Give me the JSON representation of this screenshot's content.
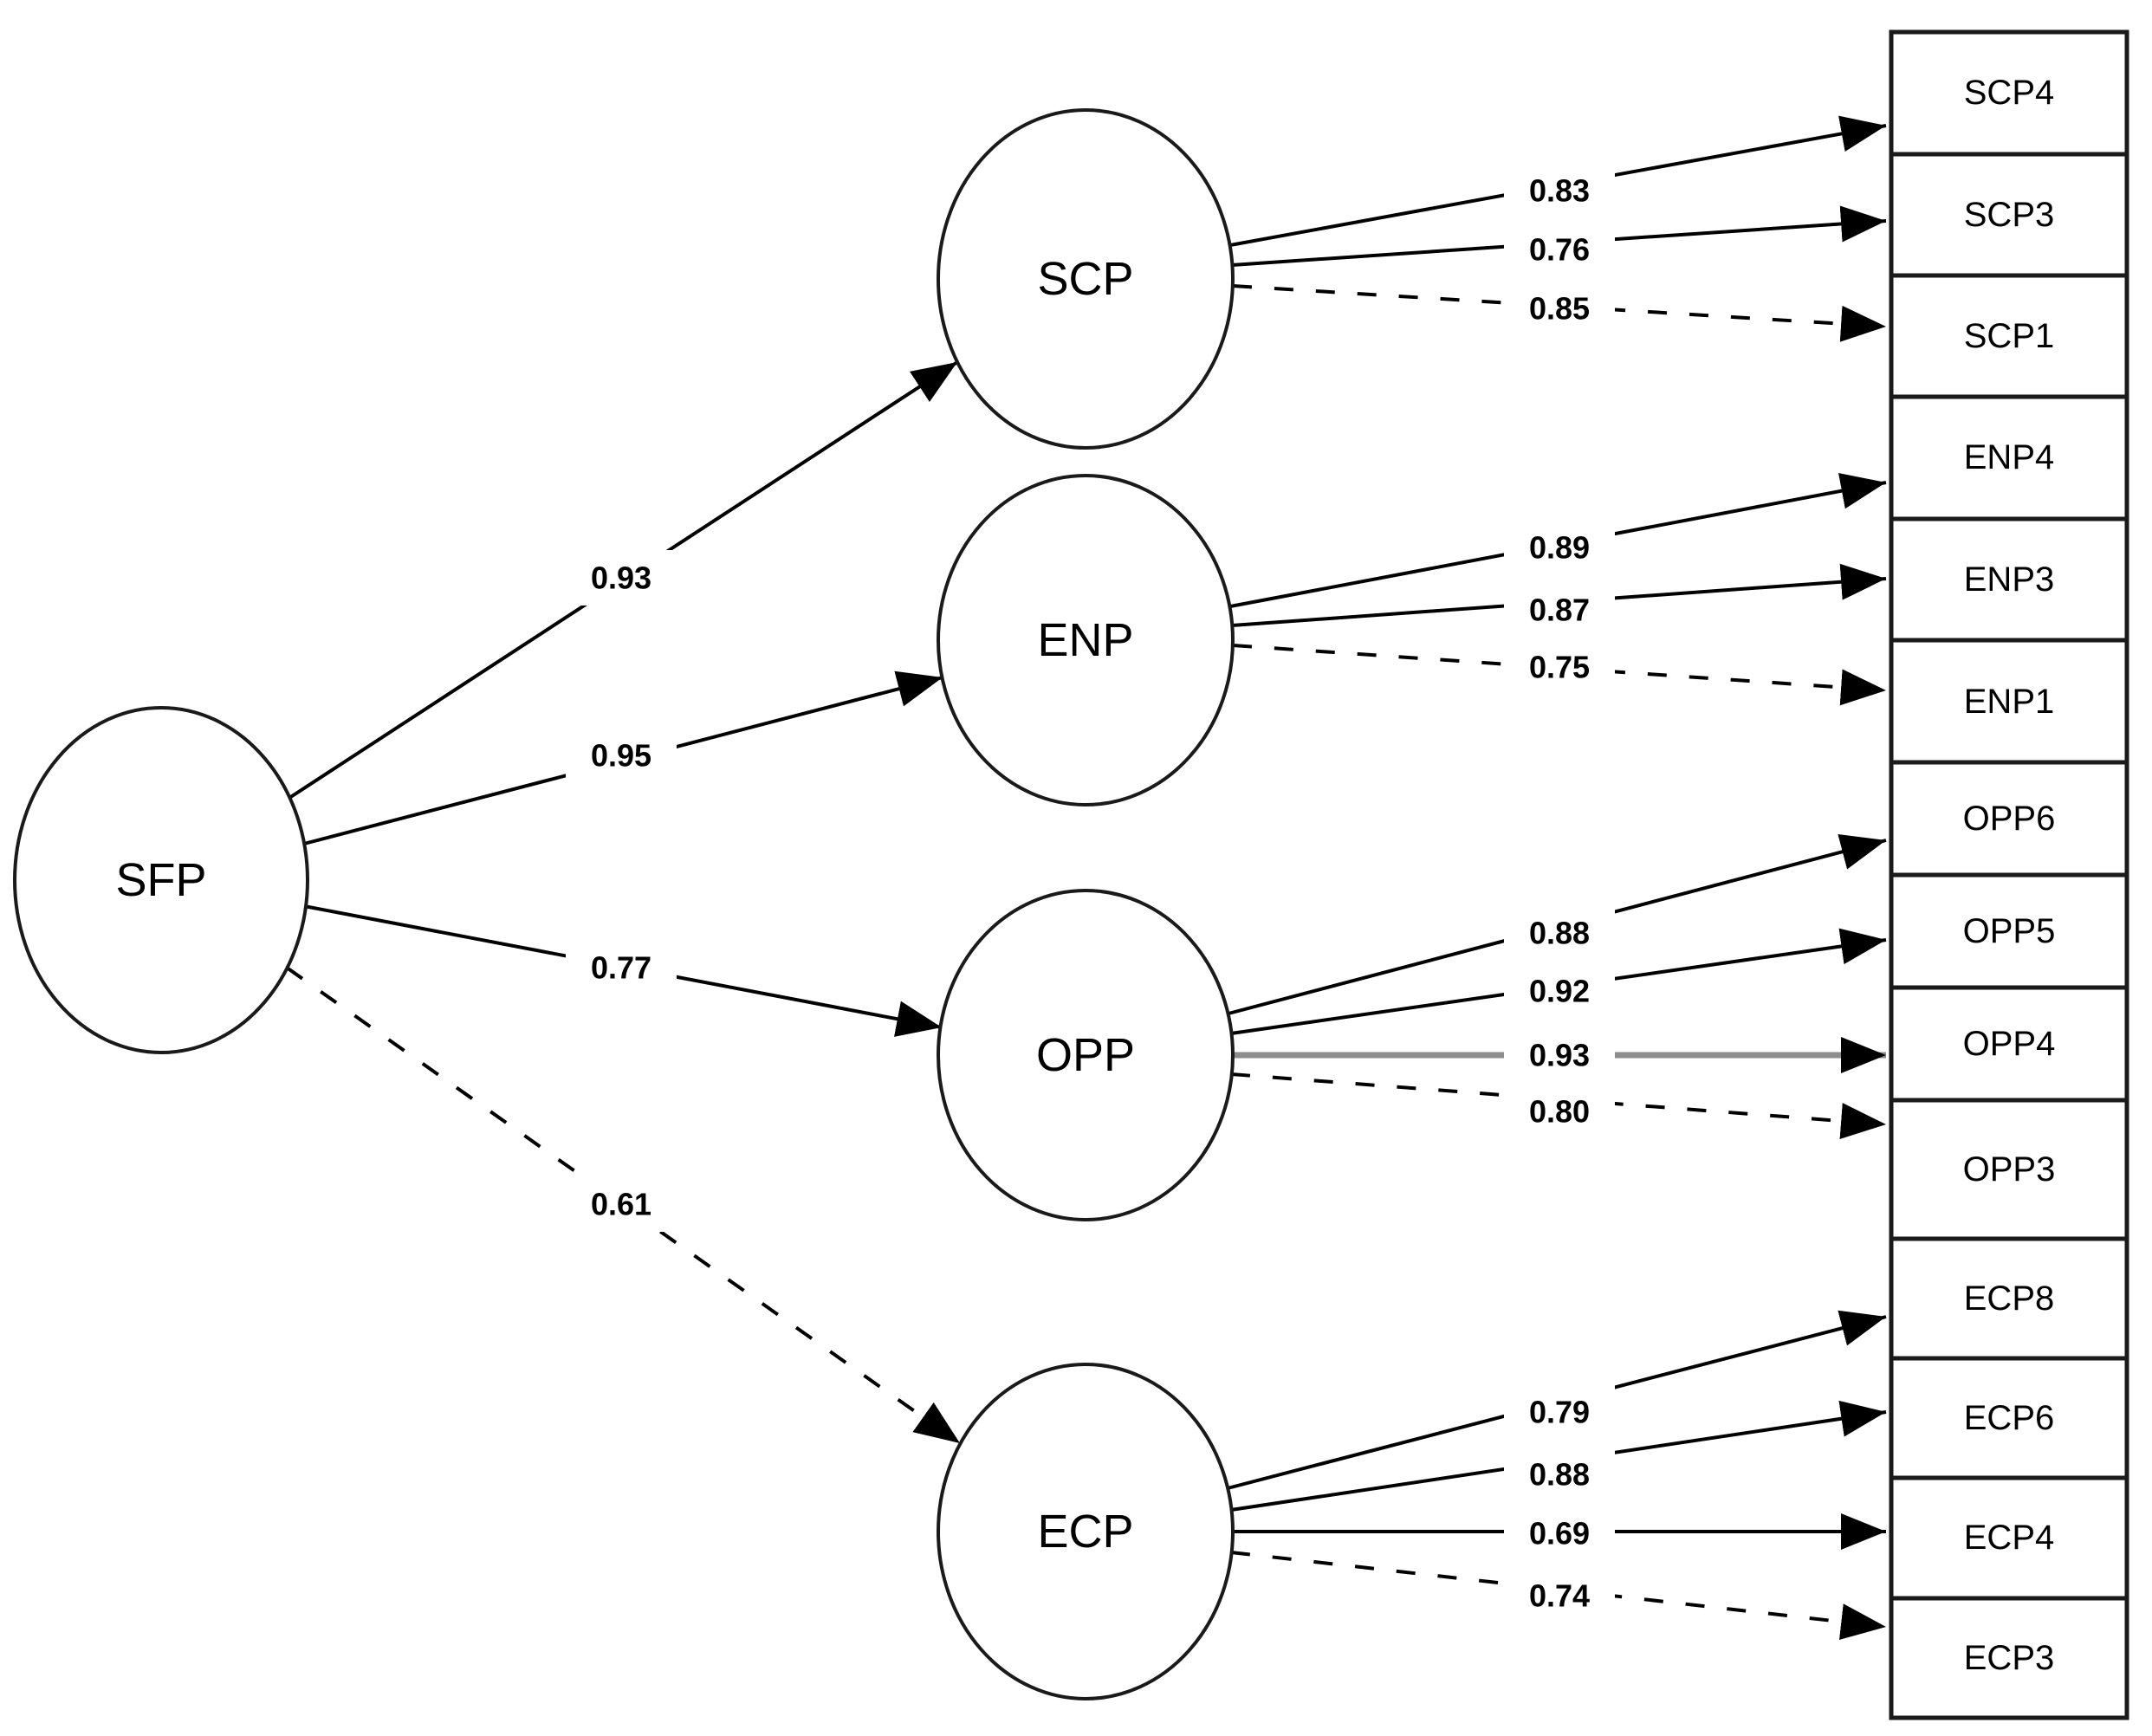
{
  "sem": {
    "exogenous": {
      "label": "SFP"
    },
    "factors": [
      {
        "label": "SCP"
      },
      {
        "label": "ENP"
      },
      {
        "label": "OPP"
      },
      {
        "label": "ECP"
      }
    ],
    "structural_paths": [
      {
        "from": "SFP",
        "to": "SCP",
        "coefficient": "0.93",
        "line_style": "solid"
      },
      {
        "from": "SFP",
        "to": "ENP",
        "coefficient": "0.95",
        "line_style": "solid"
      },
      {
        "from": "SFP",
        "to": "OPP",
        "coefficient": "0.77",
        "line_style": "solid"
      },
      {
        "from": "SFP",
        "to": "ECP",
        "coefficient": "0.61",
        "line_style": "dashed"
      }
    ],
    "loadings": [
      {
        "factor": "SCP",
        "indicator": "SCP4",
        "coefficient": "0.83",
        "line_style": "solid"
      },
      {
        "factor": "SCP",
        "indicator": "SCP3",
        "coefficient": "0.76",
        "line_style": "solid"
      },
      {
        "factor": "SCP",
        "indicator": "SCP1",
        "coefficient": "0.85",
        "line_style": "dashed"
      },
      {
        "factor": "ENP",
        "indicator": "ENP4",
        "coefficient": "0.89",
        "line_style": "solid"
      },
      {
        "factor": "ENP",
        "indicator": "ENP3",
        "coefficient": "0.87",
        "line_style": "solid"
      },
      {
        "factor": "ENP",
        "indicator": "ENP1",
        "coefficient": "0.75",
        "line_style": "dashed"
      },
      {
        "factor": "OPP",
        "indicator": "OPP6",
        "coefficient": "0.88",
        "line_style": "solid"
      },
      {
        "factor": "OPP",
        "indicator": "OPP5",
        "coefficient": "0.92",
        "line_style": "solid"
      },
      {
        "factor": "OPP",
        "indicator": "OPP4",
        "coefficient": "0.93",
        "line_style": "solid-gray"
      },
      {
        "factor": "OPP",
        "indicator": "OPP3",
        "coefficient": "0.80",
        "line_style": "dashed"
      },
      {
        "factor": "ECP",
        "indicator": "ECP8",
        "coefficient": "0.79",
        "line_style": "solid"
      },
      {
        "factor": "ECP",
        "indicator": "ECP6",
        "coefficient": "0.88",
        "line_style": "solid"
      },
      {
        "factor": "ECP",
        "indicator": "ECP4",
        "coefficient": "0.69",
        "line_style": "solid"
      },
      {
        "factor": "ECP",
        "indicator": "ECP3",
        "coefficient": "0.74",
        "line_style": "dashed"
      }
    ],
    "indicators": [
      "SCP4",
      "SCP3",
      "SCP1",
      "ENP4",
      "ENP3",
      "ENP1",
      "OPP6",
      "OPP5",
      "OPP4",
      "OPP3",
      "ECP8",
      "ECP6",
      "ECP4",
      "ECP3"
    ]
  },
  "colors": {
    "line": "#000000",
    "gray_line": "#8c8c8c",
    "text": "#000000",
    "background": "#ffffff"
  }
}
